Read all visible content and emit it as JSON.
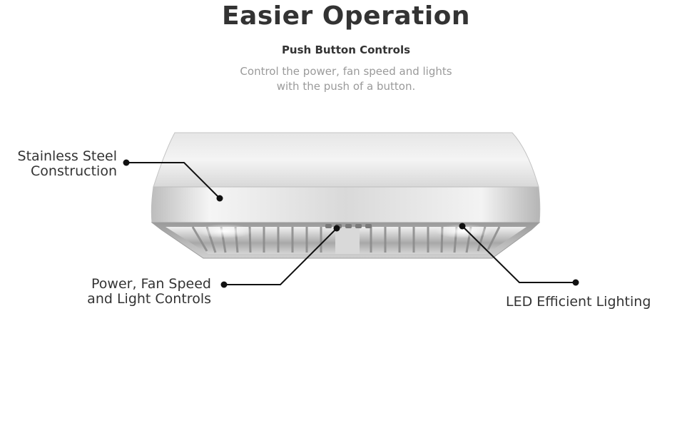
{
  "heading": {
    "title": "Easier Operation",
    "subtitle": "Push Button Controls",
    "description_line1": "Control the power, fan speed and lights",
    "description_line2": "with the push of a button."
  },
  "callouts": {
    "stainless_line1": "Stainless Steel",
    "stainless_line2": "Construction",
    "controls_line1": "Power, Fan Speed",
    "controls_line2": "and Light Controls",
    "led": "LED Efficient Lighting"
  },
  "colors": {
    "text": "#333333",
    "muted_text": "#9a9a9a",
    "steel_light": "#f2f2f2",
    "steel_mid": "#cfcfcf",
    "steel_dark": "#8c8c8c",
    "leader_line": "#111111"
  },
  "product_image": "stainless-steel-range-hood"
}
